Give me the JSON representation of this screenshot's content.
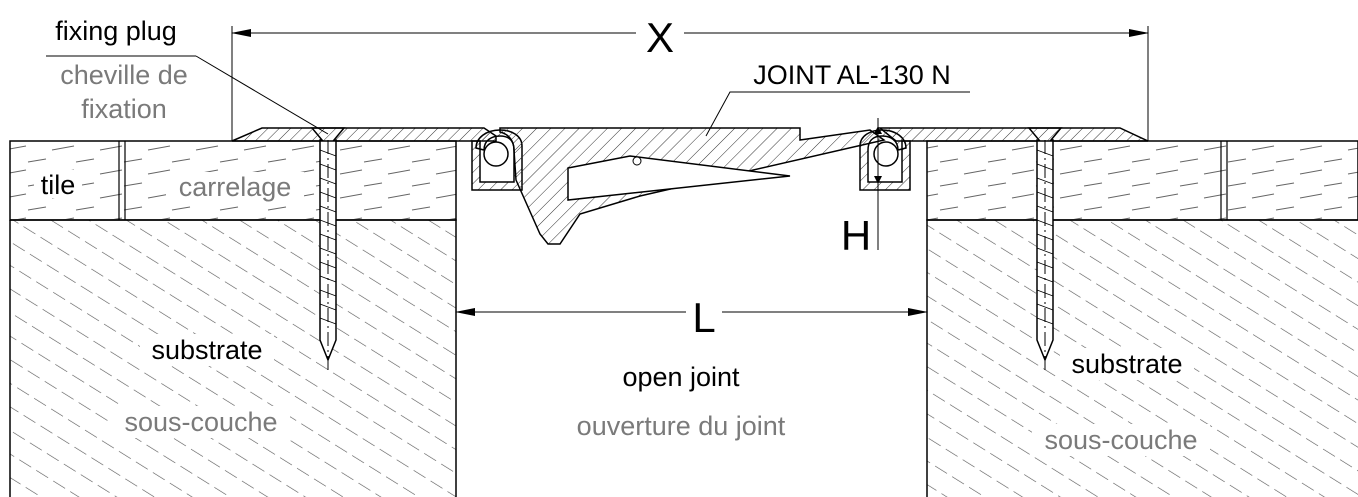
{
  "labels": {
    "fixing_plug_en": "fixing plug",
    "fixing_plug_fr_1": "cheville de",
    "fixing_plug_fr_2": "fixation",
    "tile_en": "tile",
    "tile_fr": "carrelage",
    "substrate_left_en": "substrate",
    "substrate_left_fr": "sous-couche",
    "substrate_right_en": "substrate",
    "substrate_right_fr": "sous-couche",
    "open_joint_en": "open joint",
    "open_joint_fr": "ouverture du joint",
    "product": "JOINT AL-130 N"
  },
  "dimensions": {
    "overall_width": "X",
    "joint_opening": "L",
    "height": "H"
  },
  "colors": {
    "line": "#000000",
    "hatch": "#4a4a4a",
    "english_text": "#000000",
    "french_text": "#7a7a7a"
  }
}
